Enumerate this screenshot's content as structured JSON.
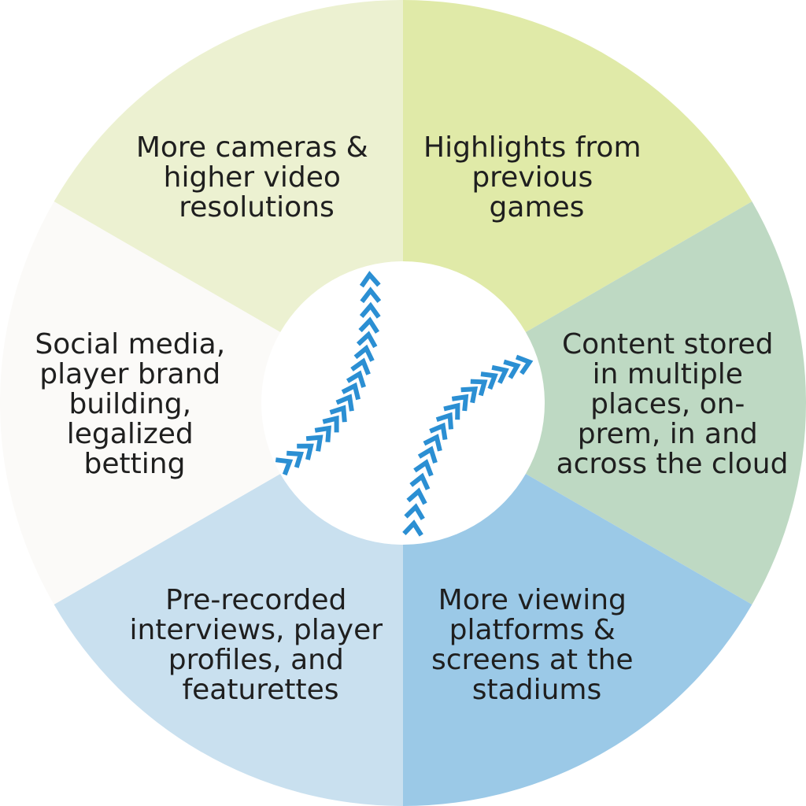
{
  "colors": {
    "segment_top_left": "#ecf1d1",
    "segment_top_right": "#e0eaa8",
    "segment_right": "#bed9c3",
    "segment_bottom_right": "#9bc9e7",
    "segment_bottom_left": "#c9e0ef",
    "segment_left": "#fbfaf8",
    "center": "#ffffff",
    "stitches": "#2b8fd3",
    "text": "#1f1f1f"
  },
  "center_icon": "baseball-icon",
  "segments": [
    {
      "id": "top-left",
      "lines": [
        "More cameras &",
        "higher video",
        "resolutions"
      ]
    },
    {
      "id": "top-right",
      "lines": [
        "Highlights from",
        "previous",
        "games"
      ]
    },
    {
      "id": "right",
      "lines": [
        "Content stored",
        "in multiple",
        "places, on-",
        "prem, in and",
        "across the cloud"
      ]
    },
    {
      "id": "bottom-right",
      "lines": [
        "More viewing",
        "platforms &",
        "screens at the",
        "stadiums"
      ]
    },
    {
      "id": "bottom-left",
      "lines": [
        "Pre-recorded",
        "interviews, player",
        "profiles, and",
        "featurettes"
      ]
    },
    {
      "id": "left",
      "lines": [
        "Social media,",
        "player brand",
        "building,",
        "legalized",
        "betting"
      ]
    }
  ]
}
